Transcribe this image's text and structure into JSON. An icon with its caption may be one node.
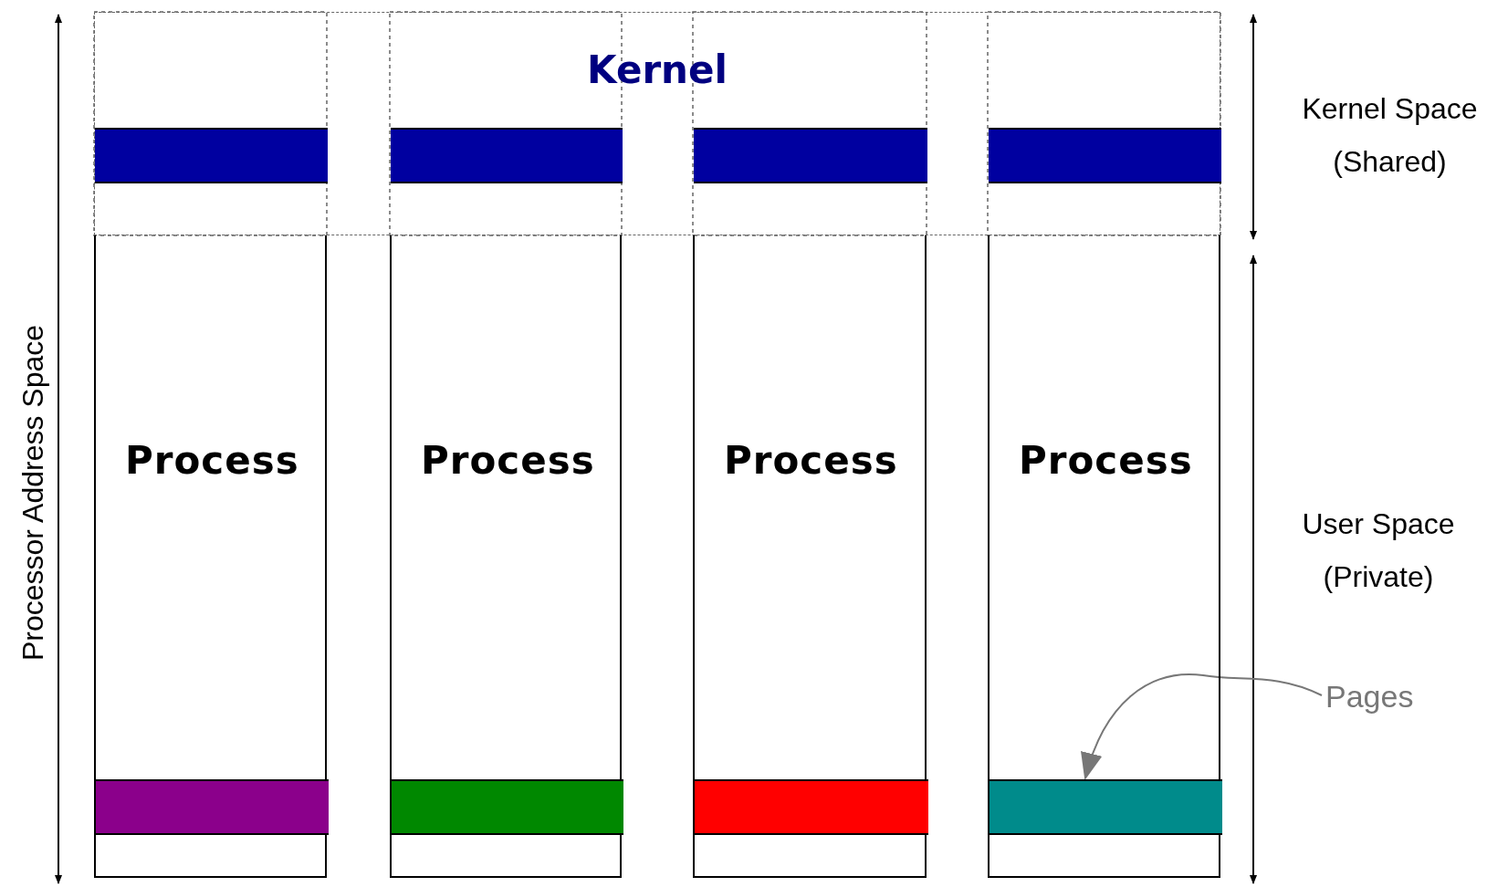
{
  "diagram": {
    "nodes": [
      {
        "text": [
          "Kernel"
        ]
      },
      {
        "text": [],
        "shape": "bar",
        "in": 0
      },
      {
        "text": [],
        "shape": "bar",
        "in": 0
      },
      {
        "text": [],
        "shape": "bar",
        "in": 0
      },
      {
        "text": [],
        "shape": "bar",
        "in": 0
      },
      {
        "text": [
          "Process"
        ]
      },
      {
        "text": [
          "Process"
        ]
      },
      {
        "text": [
          "Process"
        ]
      },
      {
        "text": [
          "Process"
        ]
      },
      {
        "text": [],
        "shape": "bar",
        "in": 5
      },
      {
        "text": [],
        "shape": "bar",
        "in": 6
      },
      {
        "text": [],
        "shape": "bar",
        "in": 7
      },
      {
        "text": [],
        "shape": "bar",
        "in": 8
      },
      {
        "text": [
          "Pages"
        ]
      }
    ],
    "edges": [
      {
        "from": 13,
        "to": 12,
        "arrow": "to"
      }
    ],
    "labels": [
      "Kernel Space (Shared)",
      "User Space (Private)",
      "Processor Address Space"
    ]
  }
}
